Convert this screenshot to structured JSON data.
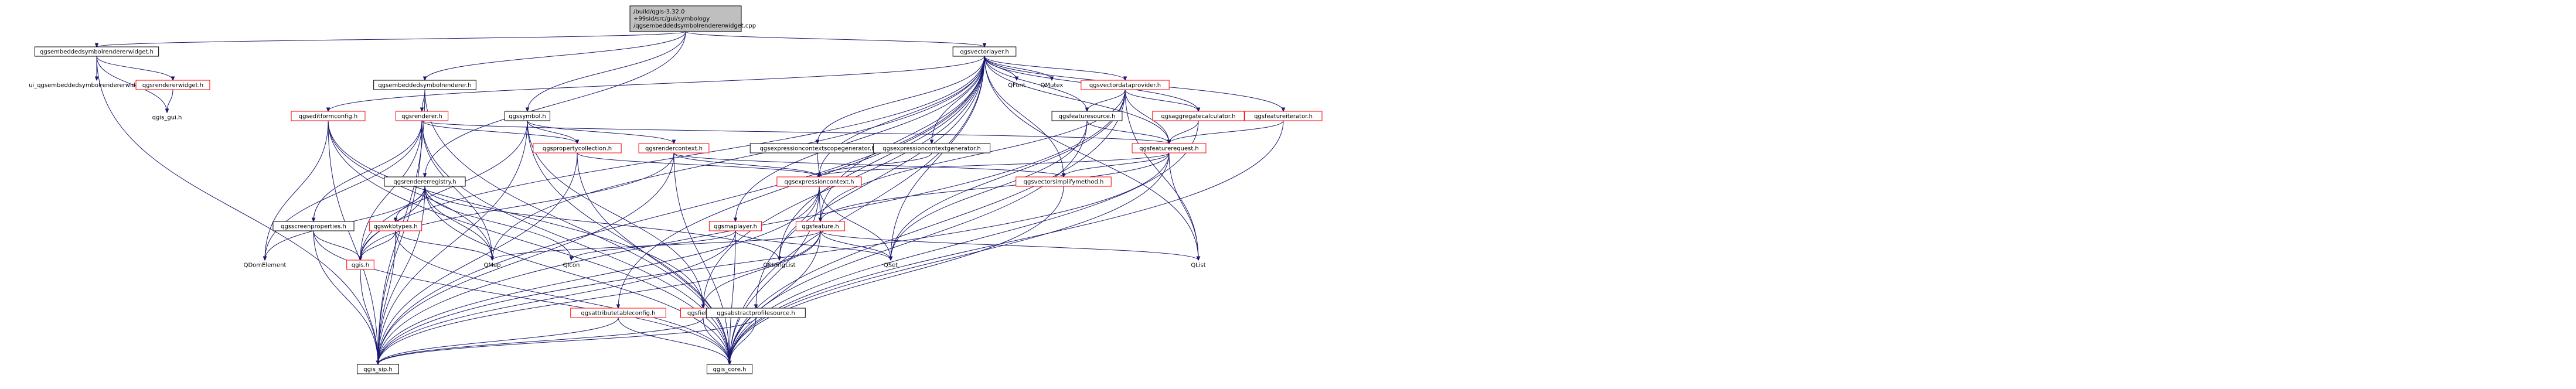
{
  "graph": {
    "root": "/build/qgis-3.32.0+99sid/src/gui/symbology/qgsembeddedsymbolrendererwidget.cpp",
    "root_lines": [
      "/build/qgis-3.32.0",
      "+99sid/src/gui/symbology",
      "/qgsembeddedsymbolrendererwidget.cpp"
    ],
    "nodes": {
      "n_widget_h": "qgsembeddedsymbolrendererwidget.h",
      "n_ui_base": "ui_qgsembeddedsymbolrendererwidgetbase.h",
      "n_renderer_widget": "qgsrendererwidget.h",
      "n_gui": "qgis_gui.h",
      "n_embedded_renderer": "qgsembeddedsymbolrenderer.h",
      "n_renderer": "qgsrenderer.h",
      "n_editform": "qgseditformconfig.h",
      "n_symbol": "qgssymbol.h",
      "n_propcoll": "qgspropertycollection.h",
      "n_rendercontext": "qgsrendercontext.h",
      "n_vectorlayer": "qgsvectorlayer.h",
      "n_qfont": "QFont",
      "n_qmutex": "QMutex",
      "n_dataprovider": "qgsvectordataprovider.h",
      "n_featuresource": "qgsfeaturesource.h",
      "n_aggcalc": "qgsaggregatecalculator.h",
      "n_featiter": "qgsfeatureiterator.h",
      "n_featreq": "qgsfeaturerequest.h",
      "n_expscope": "qgsexpressioncontextscopegenerator.h",
      "n_expgen": "qgsexpressioncontextgenerator.h",
      "n_expctx": "qgsexpressioncontext.h",
      "n_simplify": "qgsvectorsimplifymethod.h",
      "n_registry": "qgsrendererregistry.h",
      "n_screenprops": "qgsscreenproperties.h",
      "n_wkbtypes": "qgswkbtypes.h",
      "n_qgis_h": "qgis.h",
      "n_qmap": "QMap",
      "n_qicon": "QIcon",
      "n_attrtable": "qgsattributetableconfig.h",
      "n_fields": "qgsfields.h",
      "n_absprofile": "qgsabstractprofilesource.h",
      "n_maplayer": "qgsmaplayer.h",
      "n_feature": "qgsfeature.h",
      "n_qstringlist": "QStringList",
      "n_qdom": "QDomElement",
      "n_qset": "QSet",
      "n_qlist": "QList",
      "n_sip": "qgis_sip.h",
      "n_core": "qgis_core.h"
    }
  }
}
